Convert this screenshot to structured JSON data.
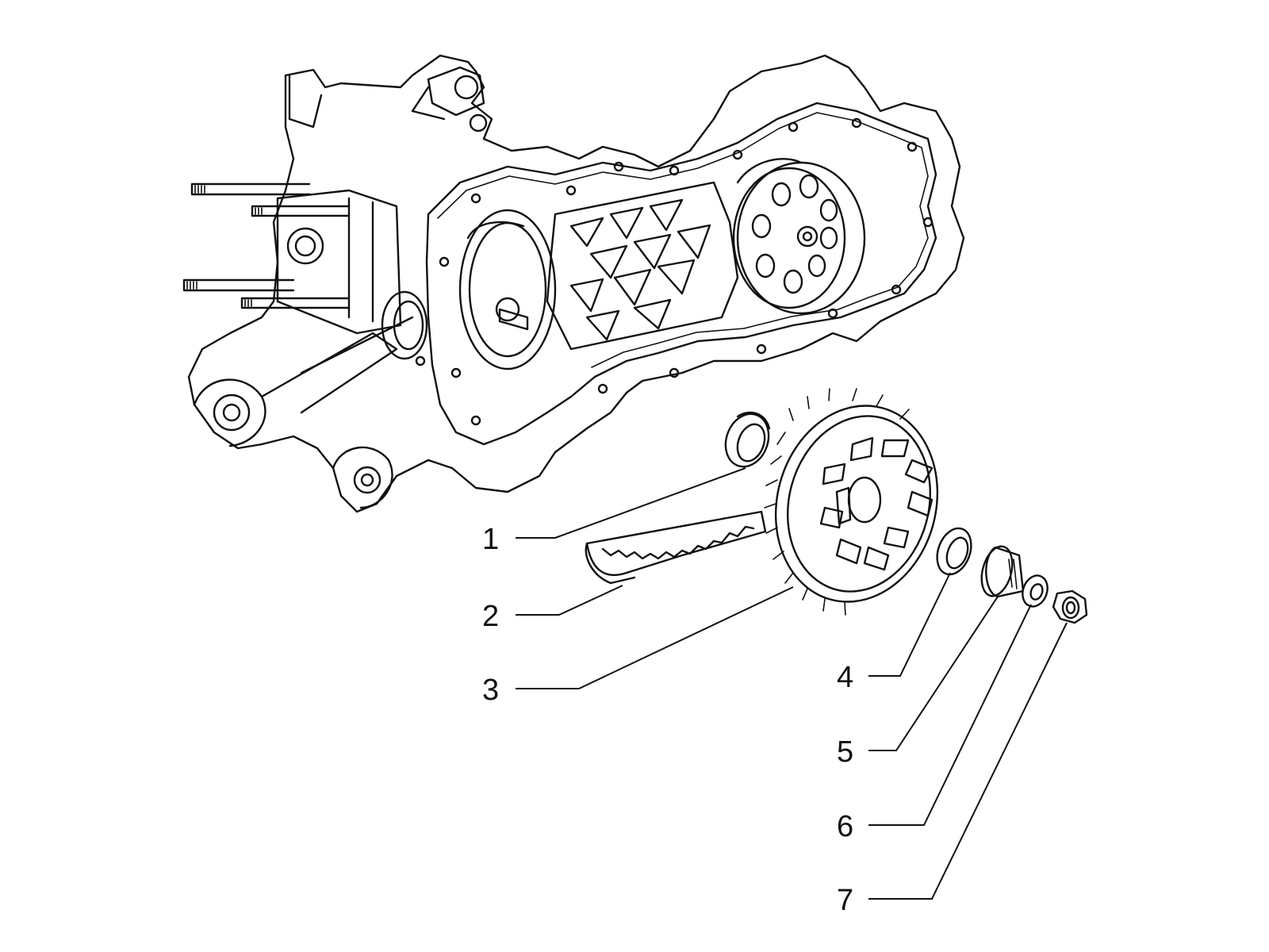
{
  "callouts": [
    {
      "id": "1",
      "label": "1"
    },
    {
      "id": "2",
      "label": "2"
    },
    {
      "id": "3",
      "label": "3"
    },
    {
      "id": "4",
      "label": "4"
    },
    {
      "id": "5",
      "label": "5"
    },
    {
      "id": "6",
      "label": "6"
    },
    {
      "id": "7",
      "label": "7"
    }
  ],
  "parts": {
    "crankcase": "engine-crankcase",
    "part_1": "oil-seal",
    "part_2": "drive-belt",
    "part_3": "driven-pulley-gear",
    "part_4": "oil-seal-small",
    "part_5": "bearing",
    "part_6": "washer",
    "part_7": "nut"
  }
}
